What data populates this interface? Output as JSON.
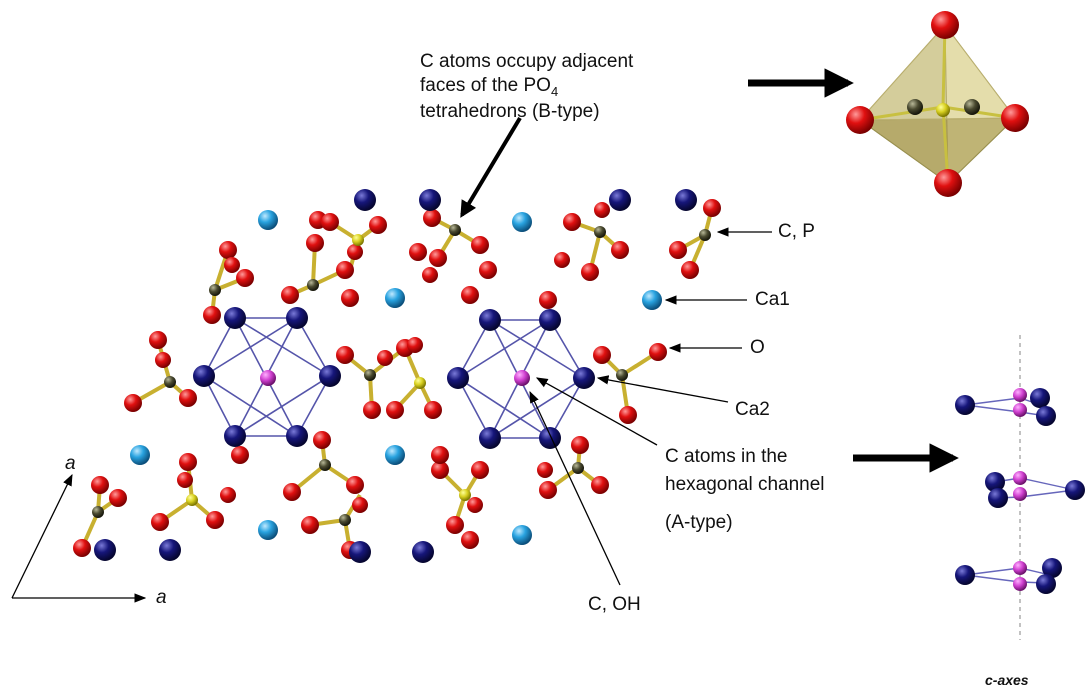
{
  "labels": {
    "b_type_line1": "C atoms occupy adjacent",
    "b_type_line2_prefix": "faces of the PO",
    "b_type_line2_sub": "4",
    "b_type_line3": "tetrahedrons (B-type)",
    "c_p": "C, P",
    "ca1": "Ca1",
    "o": "O",
    "ca2": "Ca2",
    "a_type_line1": "C atoms in the",
    "a_type_line2": "hexagonal channel",
    "a_type_line3": "(A-type)",
    "c_oh": "C, OH",
    "axis_a_vertical": "a",
    "axis_a_horizontal": "a",
    "c_axes": "c-axes"
  },
  "colors": {
    "oxygen": "#e01010",
    "calcium1": "#29a3e0",
    "calcium2": "#16167a",
    "phosphorus": "#d8d020",
    "carbon": "#4a4a30",
    "channel": "#d040d0",
    "bond_line": "#5555aa",
    "tetra_face": "#c8c070"
  }
}
